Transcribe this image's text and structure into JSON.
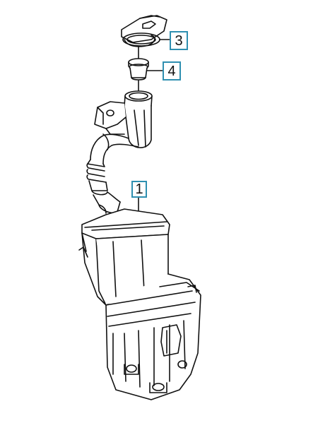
{
  "diagram": {
    "callouts": [
      {
        "id": "3",
        "label": "3"
      },
      {
        "id": "4",
        "label": "4"
      },
      {
        "id": "1",
        "label": "1"
      }
    ],
    "colors": {
      "line": "#111111",
      "callout_border": "#2e8fb0",
      "background": "#ffffff"
    }
  }
}
